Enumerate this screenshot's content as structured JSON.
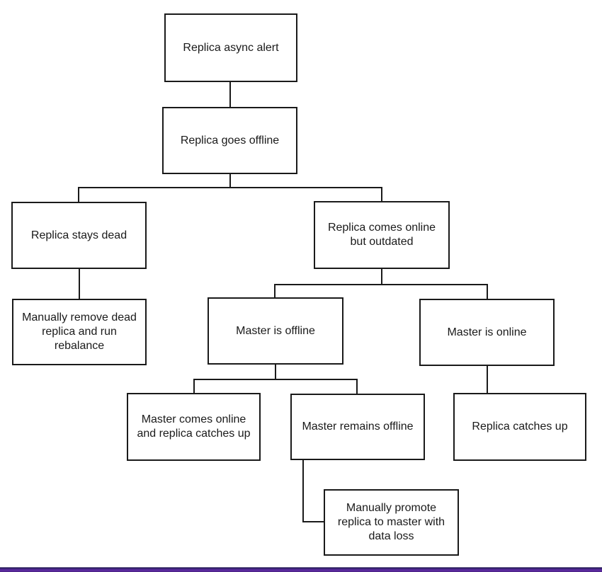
{
  "diagram": {
    "type": "flowchart-tree",
    "nodes": [
      {
        "id": "replica-async-alert",
        "label": "Replica async alert"
      },
      {
        "id": "replica-goes-offline",
        "label": "Replica goes offline"
      },
      {
        "id": "replica-stays-dead",
        "label": "Replica stays dead"
      },
      {
        "id": "manually-remove-dead-replica",
        "label": "Manually remove dead replica and run rebalance"
      },
      {
        "id": "replica-comes-online-outdated",
        "label": "Replica comes online but outdated"
      },
      {
        "id": "master-is-offline",
        "label": "Master is offline"
      },
      {
        "id": "master-is-online",
        "label": "Master is online"
      },
      {
        "id": "master-comes-online-catches-up",
        "label": "Master comes online and replica catches up"
      },
      {
        "id": "master-remains-offline",
        "label": "Master remains offline"
      },
      {
        "id": "replica-catches-up",
        "label": "Replica catches up"
      },
      {
        "id": "manually-promote-replica",
        "label": "Manually promote replica to master with data loss"
      }
    ],
    "edges": [
      {
        "from": "replica-async-alert",
        "to": "replica-goes-offline"
      },
      {
        "from": "replica-goes-offline",
        "to": "replica-stays-dead"
      },
      {
        "from": "replica-goes-offline",
        "to": "replica-comes-online-outdated"
      },
      {
        "from": "replica-stays-dead",
        "to": "manually-remove-dead-replica"
      },
      {
        "from": "replica-comes-online-outdated",
        "to": "master-is-offline"
      },
      {
        "from": "replica-comes-online-outdated",
        "to": "master-is-online"
      },
      {
        "from": "master-is-offline",
        "to": "master-comes-online-catches-up"
      },
      {
        "from": "master-is-offline",
        "to": "master-remains-offline"
      },
      {
        "from": "master-is-online",
        "to": "replica-catches-up"
      },
      {
        "from": "master-remains-offline",
        "to": "manually-promote-replica"
      }
    ],
    "colors": {
      "box_border": "#1a1a1a",
      "connector": "#1a1a1a",
      "box_fill": "#ffffff",
      "accent_bar_purple": "#5a2b9d",
      "accent_bar_dark": "#231a55"
    }
  }
}
